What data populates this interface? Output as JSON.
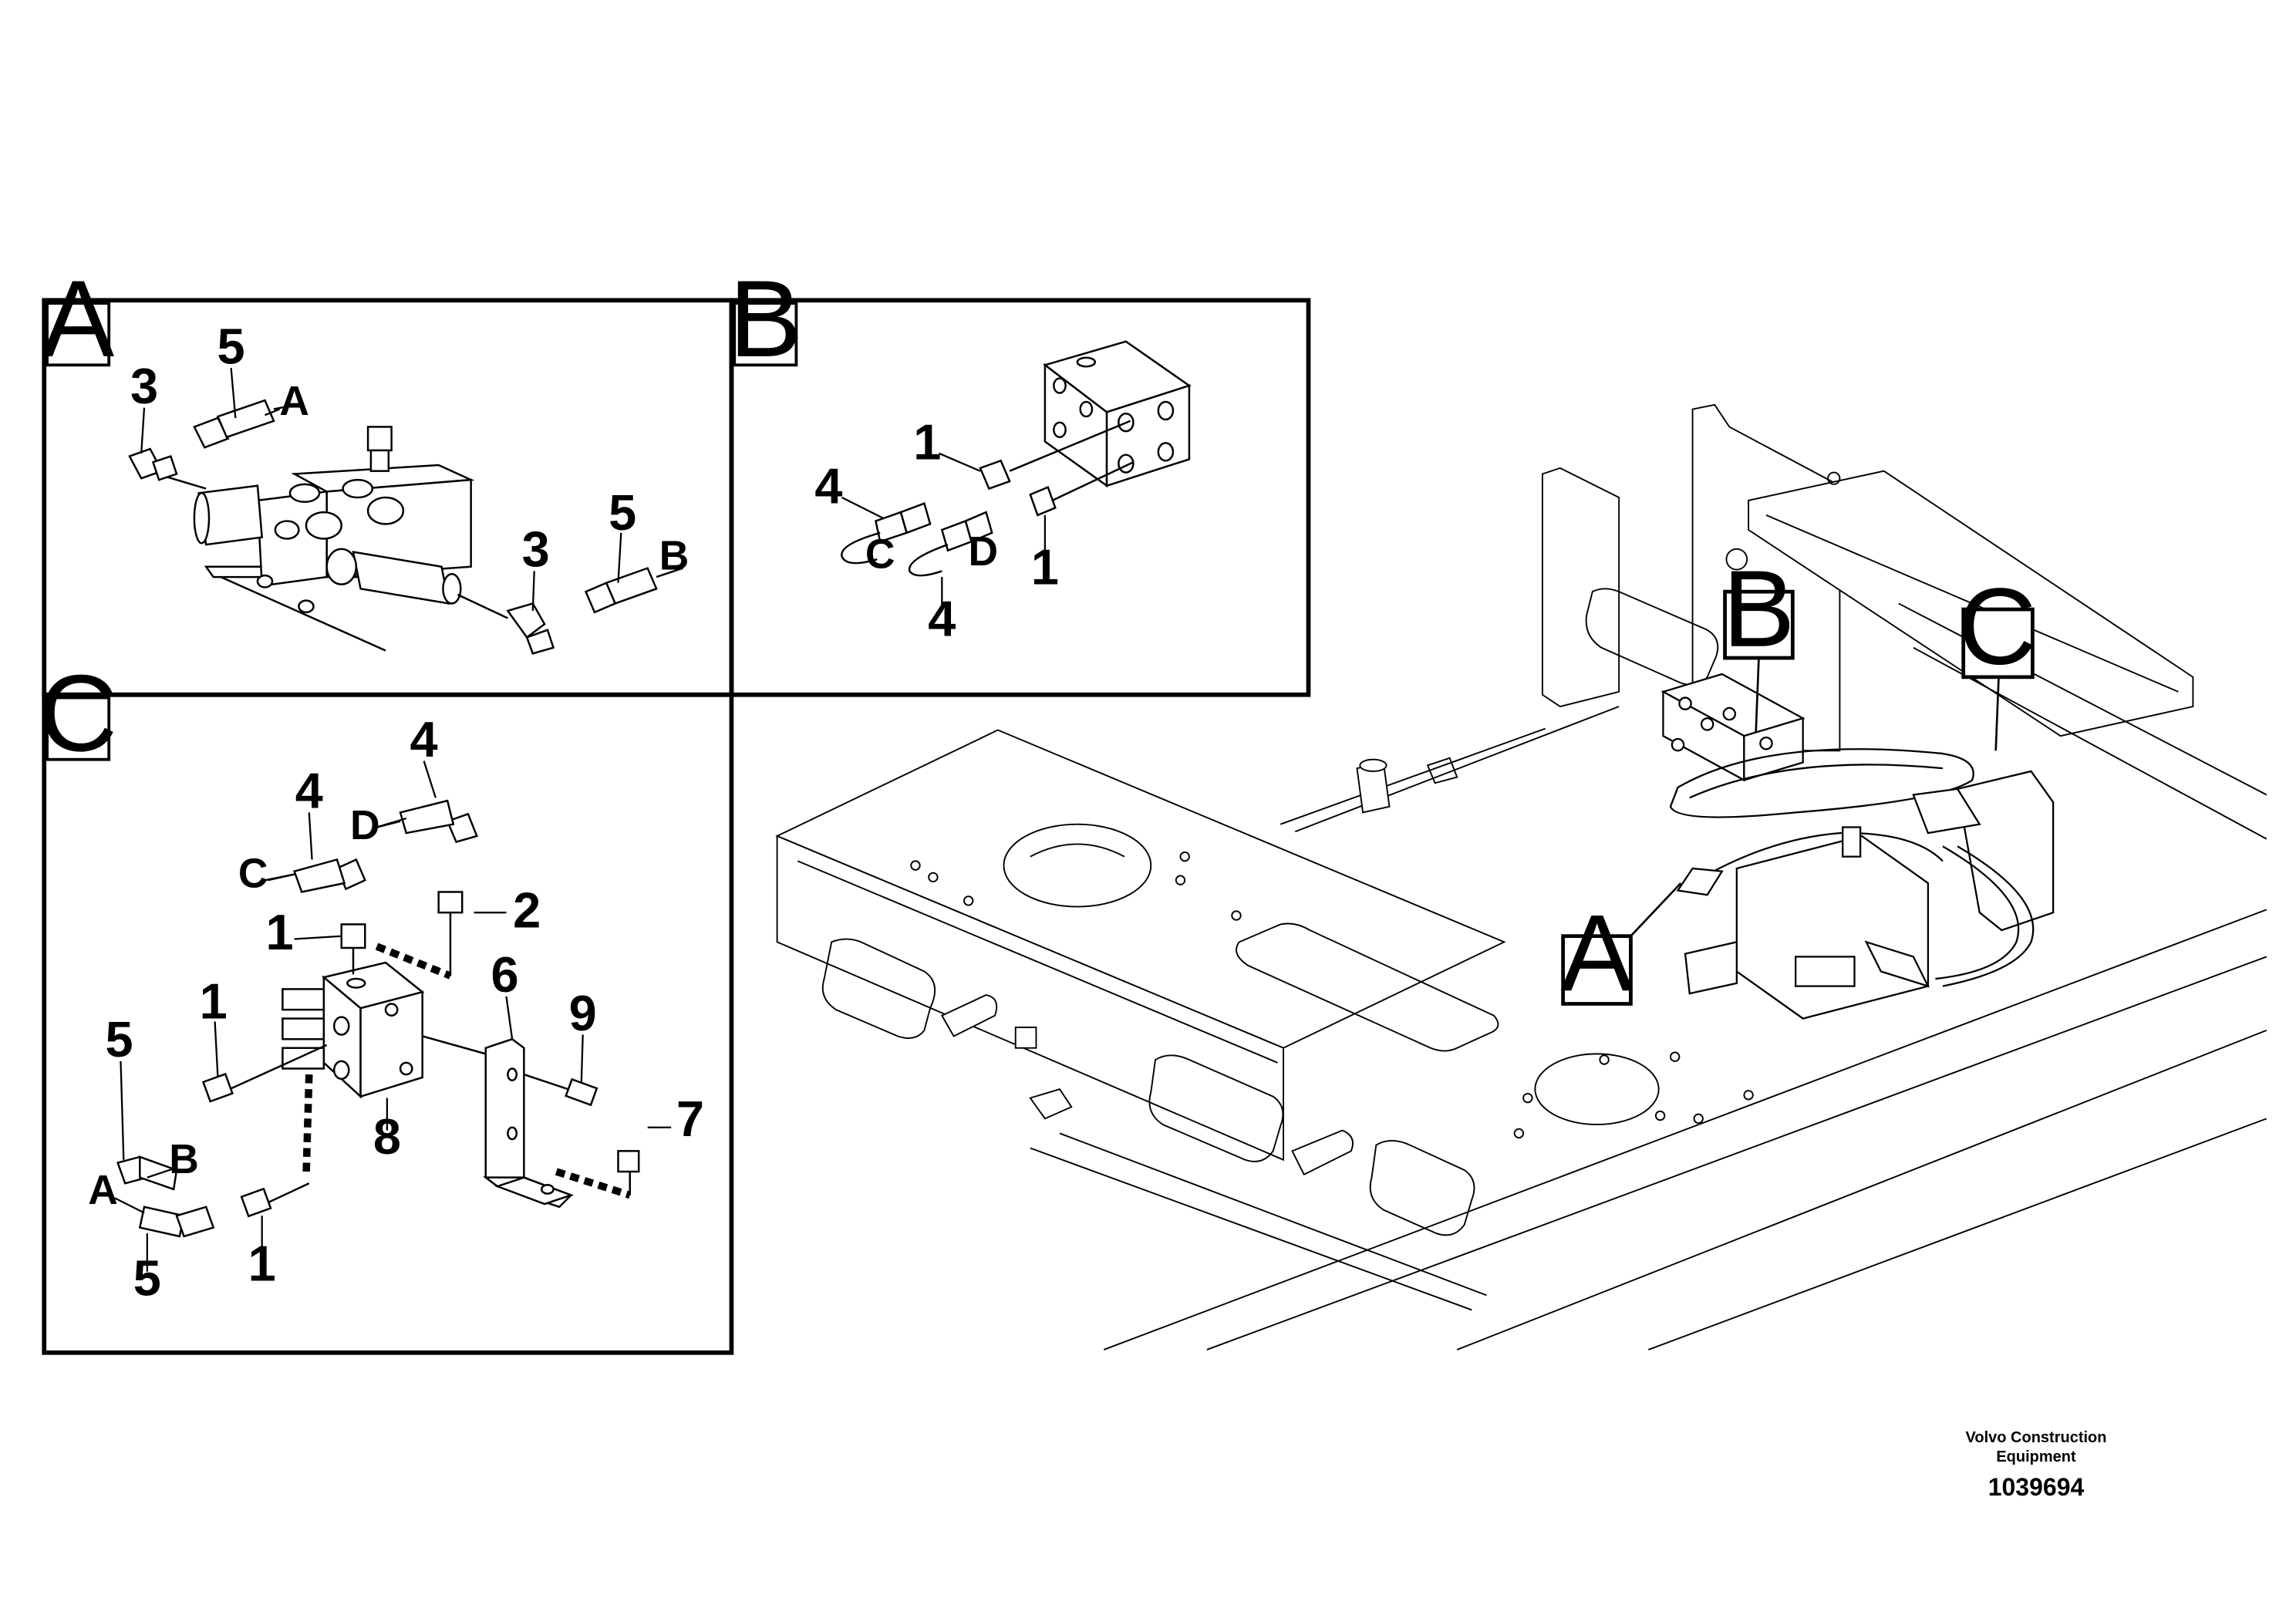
{
  "drawing": {
    "panels": {
      "A": "A",
      "B": "B",
      "C": "C"
    },
    "overview_callouts": {
      "A": "A",
      "B": "B",
      "C": "C"
    },
    "panel_a_labels": {
      "item_5_top": "5",
      "item_3_left": "3",
      "hose_a": "A",
      "item_5_right": "5",
      "item_3_right": "3",
      "hose_b": "B"
    },
    "panel_b_labels": {
      "item_1_top": "1",
      "item_4_left": "4",
      "hose_c": "C",
      "hose_d": "D",
      "item_1_bottom": "1",
      "item_4_bottom": "4"
    },
    "panel_c_labels": {
      "item_4_top": "4",
      "hose_d": "D",
      "item_4_mid": "4",
      "hose_c": "C",
      "item_2": "2",
      "item_1_top": "1",
      "item_6": "6",
      "item_1_left": "1",
      "item_5_left": "5",
      "item_9": "9",
      "hose_b": "B",
      "item_7": "7",
      "item_8": "8",
      "hose_a": "A",
      "item_5_bottom": "5",
      "item_1_bottom": "1"
    }
  },
  "footer": {
    "company_line1": "Volvo Construction",
    "company_line2": "Equipment",
    "drawing_number": "1039694"
  }
}
